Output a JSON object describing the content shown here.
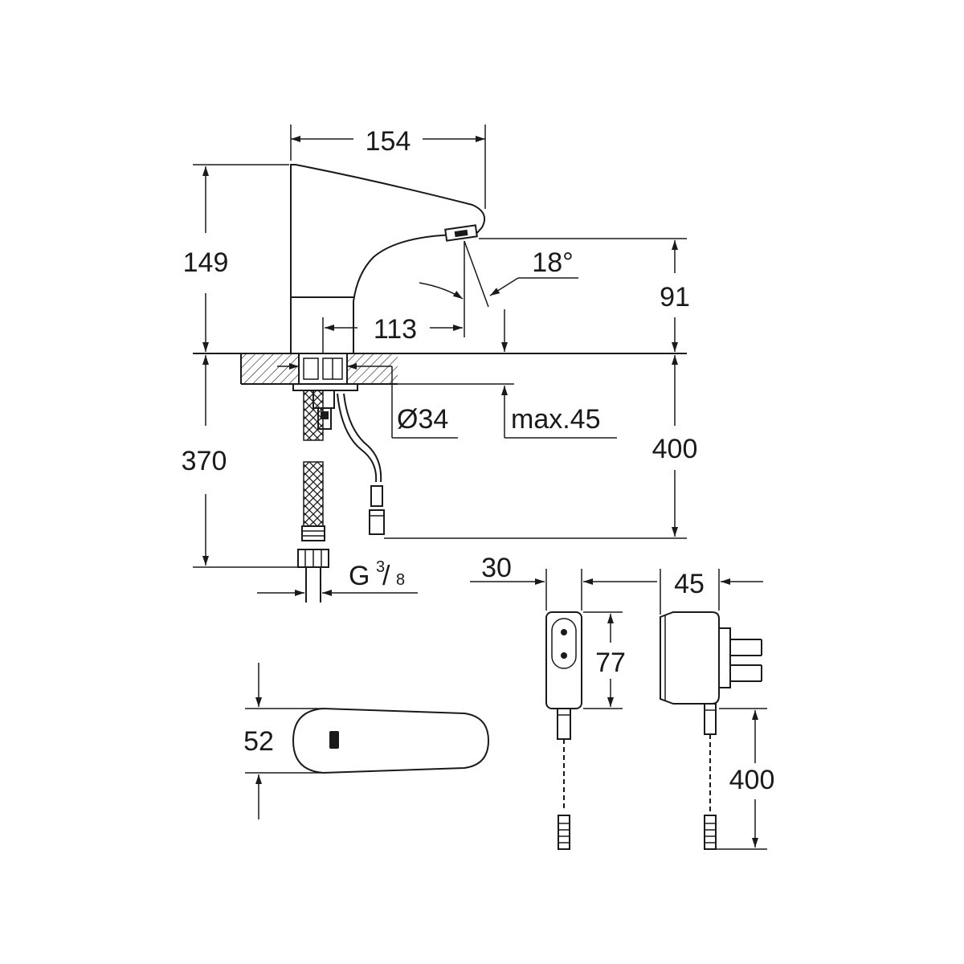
{
  "dimensions": {
    "faucet_width": "154",
    "faucet_height": "149",
    "spout_angle": "18°",
    "spout_height": "91",
    "spout_reach": "113",
    "hole_diameter": "Ø34",
    "max_thickness": "max.45",
    "supply_hose_length": "370",
    "cable_length": "400",
    "connection_g": "G",
    "connection_num": "3",
    "connection_den": "8",
    "adapter_width": "30",
    "adapter_depth": "45",
    "adapter_height": "77",
    "adapter_cable_length": "400",
    "top_width": "52"
  },
  "colors": {
    "line": "#1a1a1a",
    "background": "#ffffff"
  }
}
